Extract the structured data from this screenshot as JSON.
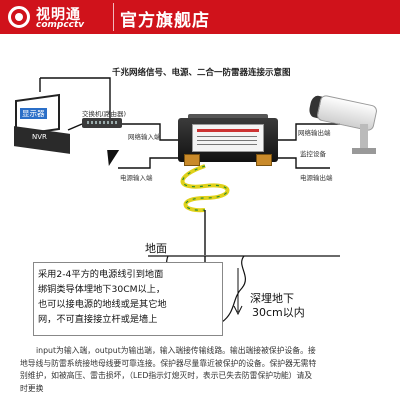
{
  "header": {
    "brand_cn": "视明通",
    "brand_en": "compcctv",
    "store_title": "官方旗舰店"
  },
  "diagram": {
    "title": "千兆网络信号、电源、二合一防雷器连接示意图",
    "monitor_label": "显示器",
    "nvr_label": "NVR",
    "switch_label": "交换机(路由器)",
    "net_input_label": "网络输入端",
    "power_input_label": "电源输入端",
    "net_output_label": "网络输出端",
    "camera_label": "监控设备",
    "power_output_label": "电源输出端",
    "ground_label": "地面",
    "bury_label_1": "深埋地下",
    "bury_label_2": "30cm以内"
  },
  "note": {
    "lines": [
      "采用2-4平方的电源线引到地面",
      "绑铜类导体埋地下30CM以上，",
      "也可以接电源的地线或是其它地",
      "网，不可直接接立杆或是墙上"
    ]
  },
  "footer": {
    "lines": [
      "input为输入端，output为输出端，输入端接传输线路。输出端接被保护设备。接",
      "地导线与防雷系统接地母线要可靠连接。保护器尽量靠近被保护的设备。保护器无需特",
      "别维护，如被高压、雷击损坏，（LED指示灯熄灭时，表示已失去防雷保护功能）请及",
      "时更换"
    ]
  },
  "colors": {
    "brand_red": "#d0121b",
    "ground_wire": "#e0d11a",
    "ground_wire_stripe": "#2e8b2e",
    "label_blue": "#2b6fc8"
  }
}
